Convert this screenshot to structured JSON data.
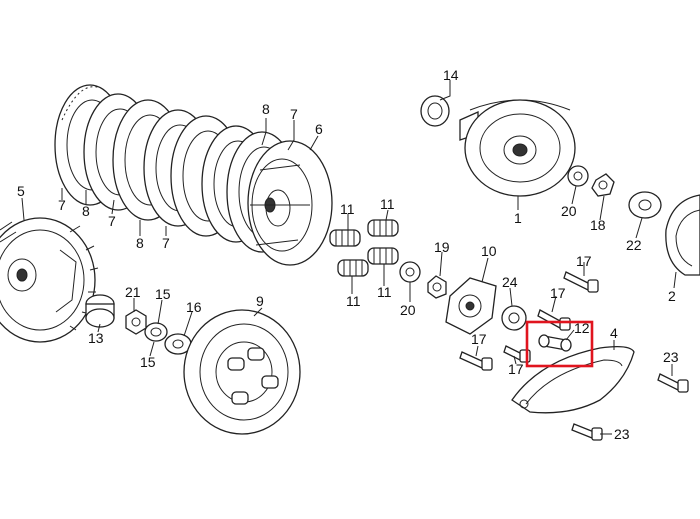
{
  "diagram": {
    "highlight_color": "#e0141e",
    "highlighted_part": "12",
    "callouts": [
      {
        "id": "c14",
        "label": "14"
      },
      {
        "id": "c8a",
        "label": "8"
      },
      {
        "id": "c7a",
        "label": "7"
      },
      {
        "id": "c6",
        "label": "6"
      },
      {
        "id": "c5",
        "label": "5"
      },
      {
        "id": "c7b",
        "label": "7"
      },
      {
        "id": "c8b",
        "label": "8"
      },
      {
        "id": "c7c",
        "label": "7"
      },
      {
        "id": "c8c",
        "label": "8"
      },
      {
        "id": "c7d",
        "label": "7"
      },
      {
        "id": "c1",
        "label": "1"
      },
      {
        "id": "c20a",
        "label": "20"
      },
      {
        "id": "c18",
        "label": "18"
      },
      {
        "id": "c22",
        "label": "22"
      },
      {
        "id": "c2",
        "label": "2"
      },
      {
        "id": "c11a",
        "label": "11"
      },
      {
        "id": "c11b",
        "label": "11"
      },
      {
        "id": "c11c",
        "label": "11"
      },
      {
        "id": "c11d",
        "label": "11"
      },
      {
        "id": "c19",
        "label": "19"
      },
      {
        "id": "c10",
        "label": "10"
      },
      {
        "id": "c20b",
        "label": "20"
      },
      {
        "id": "c24",
        "label": "24"
      },
      {
        "id": "c17a",
        "label": "17"
      },
      {
        "id": "c17b",
        "label": "17"
      },
      {
        "id": "c17c",
        "label": "17"
      },
      {
        "id": "c17d",
        "label": "17"
      },
      {
        "id": "c12",
        "label": "12"
      },
      {
        "id": "c4",
        "label": "4"
      },
      {
        "id": "c23a",
        "label": "23"
      },
      {
        "id": "c23b",
        "label": "23"
      },
      {
        "id": "c21",
        "label": "21"
      },
      {
        "id": "c15a",
        "label": "15"
      },
      {
        "id": "c15b",
        "label": "15"
      },
      {
        "id": "c16",
        "label": "16"
      },
      {
        "id": "c13",
        "label": "13"
      },
      {
        "id": "c9",
        "label": "9"
      }
    ]
  }
}
